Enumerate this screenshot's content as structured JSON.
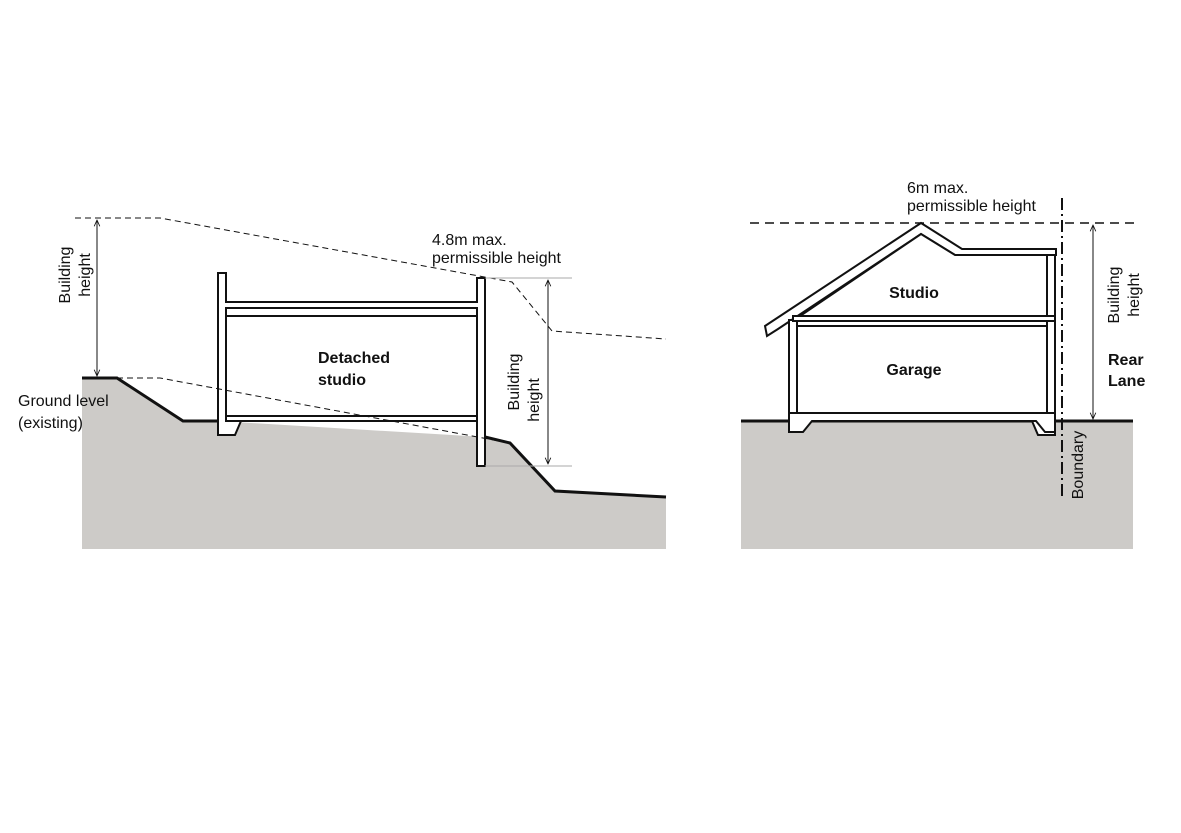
{
  "left_diagram": {
    "max_height_label_1": "4.8m max.",
    "max_height_label_2": "permissible height",
    "building_height_left_1": "Building",
    "building_height_left_2": "height",
    "building_height_right_1": "Building",
    "building_height_right_2": "height",
    "ground_label_1": "Ground level",
    "ground_label_2": "(existing)",
    "room_label_1": "Detached",
    "room_label_2": "studio"
  },
  "right_diagram": {
    "max_height_label_1": "6m max.",
    "max_height_label_2": "permissible height",
    "building_height_1": "Building",
    "building_height_2": "height",
    "lane_label_1": "Rear",
    "lane_label_2": "Lane",
    "boundary_label": "Boundary",
    "upper_room": "Studio",
    "lower_room": "Garage"
  },
  "colors": {
    "ground": "#cdcbc8",
    "line": "#111111"
  }
}
